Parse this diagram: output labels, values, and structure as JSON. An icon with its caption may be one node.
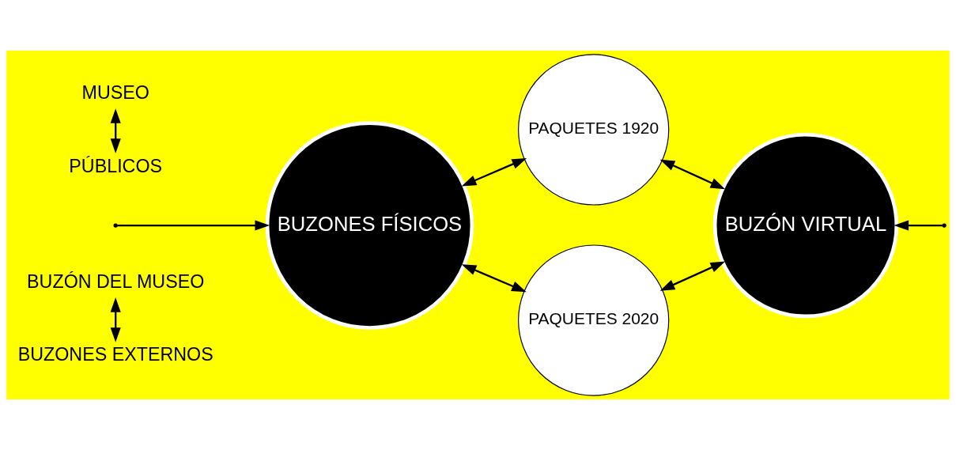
{
  "diagram": {
    "nodes": [
      {
        "text": [
          "BUZÓN DEL MUSEO"
        ]
      },
      {
        "text": [
          "BUZONES EXTERNOS"
        ]
      },
      {
        "text": [
          "BUZONES FÍSICOS"
        ]
      },
      {
        "text": [
          "PAQUETES 1920"
        ]
      },
      {
        "text": [
          "PAQUETES 2020"
        ]
      },
      {
        "text": [
          "BUZÓN VIRTUAL"
        ]
      },
      {
        "text": [
          "MUSEO"
        ]
      },
      {
        "text": [
          "PÚBLICOS"
        ]
      }
    ],
    "edges": [
      {
        "from": 0,
        "to": 1,
        "arrow": "both"
      },
      {
        "from": null,
        "to": 2,
        "arrow": "to"
      },
      {
        "from": 2,
        "to": 3,
        "arrow": "both"
      },
      {
        "from": 3,
        "to": 5,
        "arrow": "both"
      },
      {
        "from": 2,
        "to": 4,
        "arrow": "both"
      },
      {
        "from": 4,
        "to": 5,
        "arrow": "both"
      },
      {
        "from": 6,
        "to": 7,
        "arrow": "both"
      },
      {
        "from": null,
        "to": 5,
        "arrow": "to"
      }
    ]
  }
}
